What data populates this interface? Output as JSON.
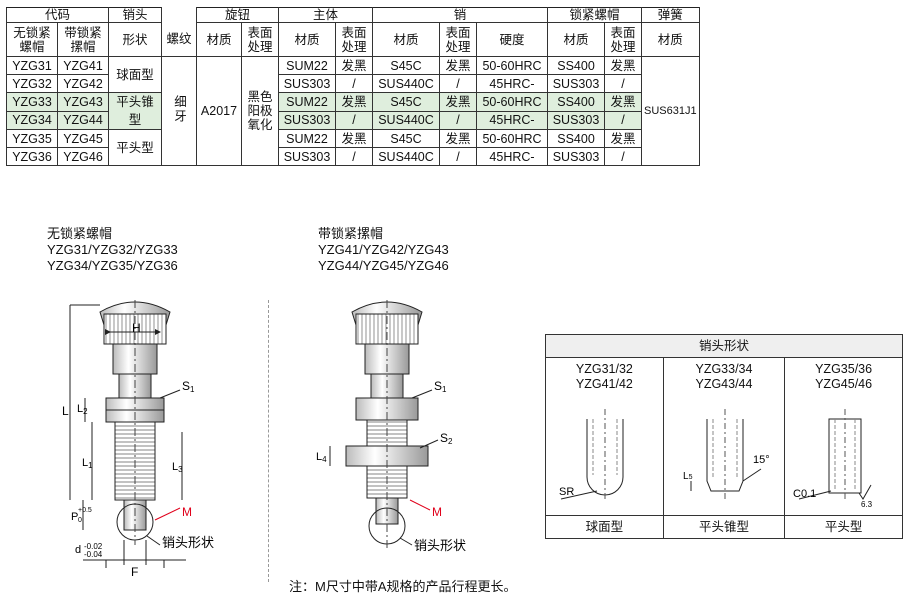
{
  "spec_table": {
    "group_headers": {
      "code": "代码",
      "pin_head": "销头",
      "knob": "旋钮",
      "body": "主体",
      "pin": "销",
      "lock_nut": "锁紧螺帽",
      "spring": "弹簧"
    },
    "sub_headers": {
      "no_lock_nut": "无锁紧螺帽",
      "with_lock_nut": "带锁紧摞帽",
      "shape": "形状",
      "thread": "螺纹",
      "knob_material": "材质",
      "knob_surface": "表面处理",
      "body_material": "材质",
      "body_surface": "表面处理",
      "pin_material": "材质",
      "pin_surface": "表面处理",
      "pin_hardness": "硬度",
      "nut_material": "材质",
      "nut_surface": "表面处理",
      "spring_material": "材质"
    },
    "shapes": {
      "ball": "球面型",
      "taper": "平头锥型",
      "flat": "平头型"
    },
    "thread_value": "细牙",
    "knob_material_value": "A2017",
    "knob_surface_value": "黑色阳极氧化",
    "spring_material_value": "SUS631J1",
    "rows": [
      {
        "c1": "YZG31",
        "c2": "YZG41",
        "bm": "SUM22",
        "bs": "发黑",
        "pm": "S45C",
        "ps": "发黑",
        "ph": "50-60HRC",
        "nm": "SS400",
        "ns": "发黑"
      },
      {
        "c1": "YZG32",
        "c2": "YZG42",
        "bm": "SUS303",
        "bs": "/",
        "pm": "SUS440C",
        "ps": "/",
        "ph": "45HRC-",
        "nm": "SUS303",
        "ns": "/"
      },
      {
        "c1": "YZG33",
        "c2": "YZG43",
        "bm": "SUM22",
        "bs": "发黑",
        "pm": "S45C",
        "ps": "发黑",
        "ph": "50-60HRC",
        "nm": "SS400",
        "ns": "发黑"
      },
      {
        "c1": "YZG34",
        "c2": "YZG44",
        "bm": "SUS303",
        "bs": "/",
        "pm": "SUS440C",
        "ps": "/",
        "ph": "45HRC-",
        "nm": "SUS303",
        "ns": "/"
      },
      {
        "c1": "YZG35",
        "c2": "YZG45",
        "bm": "SUM22",
        "bs": "发黑",
        "pm": "S45C",
        "ps": "发黑",
        "ph": "50-60HRC",
        "nm": "SS400",
        "ns": "发黑"
      },
      {
        "c1": "YZG36",
        "c2": "YZG46",
        "bm": "SUS303",
        "bs": "/",
        "pm": "SUS440C",
        "ps": "/",
        "ph": "45HRC-",
        "nm": "SUS303",
        "ns": "/"
      }
    ],
    "highlight_color": "#dfeedd"
  },
  "drawing_left": {
    "title": "无锁紧螺帽",
    "models_line1": "YZG31/YZG32/YZG33",
    "models_line2": "YZG34/YZG35/YZG36",
    "labels": {
      "H": "H",
      "S1": "S",
      "S1_sub": "1",
      "L": "L",
      "L2": "L",
      "L2_sub": "2",
      "L1": "L",
      "L1_sub": "1",
      "L3": "L",
      "L3_sub": "3",
      "M": "M",
      "P": "P",
      "P_tol_up": "+0.5",
      "P_tol_lo": "0",
      "d": "d",
      "d_tol_up": "-0.02",
      "d_tol_lo": "-0.04",
      "F": "F",
      "pin_shape": "销头形状"
    }
  },
  "drawing_mid": {
    "title": "带锁紧摞帽",
    "models_line1": "YZG41/YZG42/YZG43",
    "models_line2": "YZG44/YZG45/YZG46",
    "labels": {
      "S1": "S",
      "S1_sub": "1",
      "S2": "S",
      "S2_sub": "2",
      "L4": "L",
      "L4_sub": "4",
      "M": "M",
      "pin_shape": "销头形状"
    }
  },
  "pin_table": {
    "title": "销头形状",
    "columns": [
      {
        "models_line1": "YZG31/32",
        "models_line2": "YZG41/42",
        "footer": "球面型",
        "label": "SR"
      },
      {
        "models_line1": "YZG33/34",
        "models_line2": "YZG43/44",
        "footer": "平头锥型",
        "label": "L",
        "label_sub": "5",
        "angle": "15°"
      },
      {
        "models_line1": "YZG35/36",
        "models_line2": "YZG45/46",
        "footer": "平头型",
        "label": "C0.1",
        "roughness": "6.3"
      }
    ]
  },
  "colors": {
    "accent_red": "#e0001b",
    "line": "#222222"
  },
  "note": "注：M尺寸中带A规格的产品行程更长。"
}
